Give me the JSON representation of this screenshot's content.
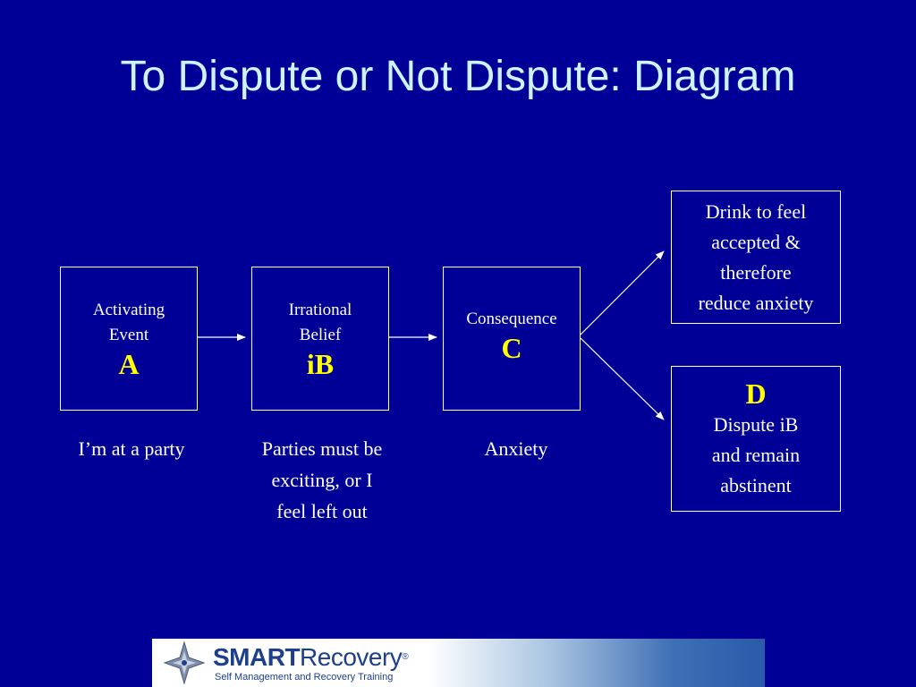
{
  "title": "To Dispute or Not Dispute: Diagram",
  "boxes": {
    "activating": {
      "label_line1": "Activating",
      "label_line2": "Event",
      "letter": "A"
    },
    "belief": {
      "label_line1": "Irrational",
      "label_line2": "Belief",
      "letter": "iB"
    },
    "consequence": {
      "label": "Consequence",
      "letter": "C"
    },
    "drink": {
      "lines": [
        "Drink to feel",
        "accepted &",
        "therefore",
        "reduce anxiety"
      ]
    },
    "dispute": {
      "letter": "D",
      "lines": [
        "Dispute iB",
        "and remain",
        "abstinent"
      ]
    }
  },
  "captions": {
    "activating": [
      "I’m at a party"
    ],
    "belief": [
      "Parties must be",
      "exciting, or I",
      "feel left out"
    ],
    "consequence": [
      "Anxiety"
    ]
  },
  "logo": {
    "name_bold": "SMART",
    "name_regular": "Recovery",
    "registered": "®",
    "tagline": "Self Management and Recovery Training"
  },
  "colors": {
    "background": "#000096",
    "title": "#cdf3ff",
    "letters": "#ffff00",
    "text": "#ffffff"
  }
}
